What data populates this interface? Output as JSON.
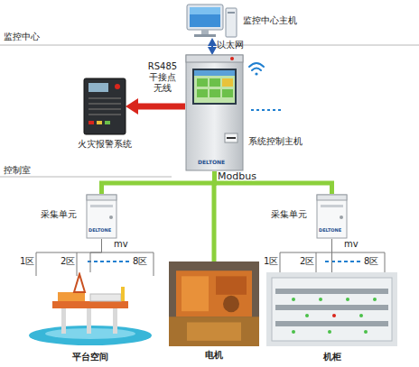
{
  "diagram": {
    "nodes": [
      {
        "text": [
          "监控中心主机"
        ]
      },
      {
        "text": [
          "系统控制主机"
        ]
      },
      {
        "text": [
          "火灾报警系统"
        ]
      },
      {
        "text": [
          "采集单元"
        ]
      },
      {
        "text": [
          "采集单元"
        ]
      },
      {
        "text": [
          "平台空间"
        ]
      },
      {
        "text": [
          "电机"
        ]
      },
      {
        "text": [
          "机柜"
        ]
      }
    ],
    "edges": [
      {
        "from": 0,
        "to": 1,
        "arrow": "both",
        "label": "以太网"
      },
      {
        "from": 1,
        "to": 2,
        "arrow": "to",
        "label": "RS485 干接点 无线"
      },
      {
        "from": 1,
        "to": 3,
        "arrow": "none"
      },
      {
        "from": 1,
        "to": 6,
        "arrow": "none"
      },
      {
        "from": 1,
        "to": 4,
        "arrow": "none"
      },
      {
        "from": 3,
        "to": 5,
        "arrow": "none"
      },
      {
        "from": 4,
        "to": 7,
        "arrow": "none"
      }
    ],
    "labels": [
      "监控中心",
      "控制室",
      "Modbus",
      "DELTONE",
      "DELTONE",
      "DELTONE",
      "mv",
      "1区",
      "2区",
      "8区",
      "mv",
      "1区",
      "2区",
      "8区"
    ]
  }
}
